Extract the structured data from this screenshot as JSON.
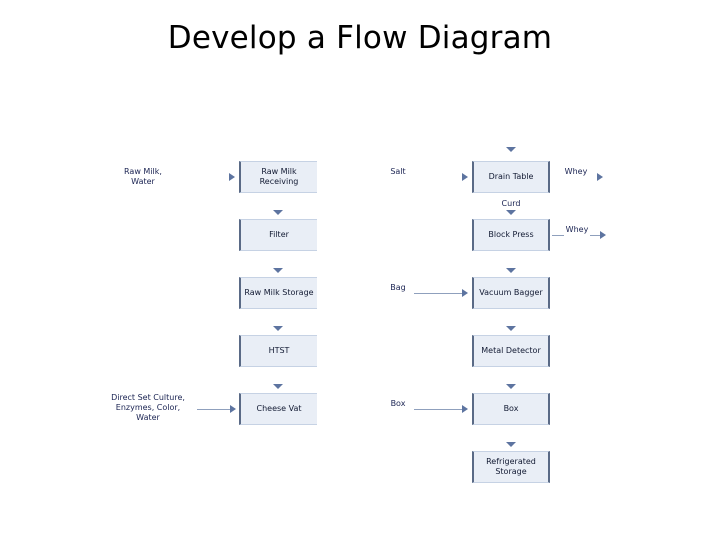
{
  "slide": {
    "title": "Develop a Flow Diagram",
    "background_color": "#ffffff",
    "box_fill_color": "#e9eef6",
    "box_border_color": "#5a6a86",
    "connector_color": "#5d74a0",
    "text_color": "#1a2352"
  },
  "left_column": {
    "boxes": [
      {
        "label": "Raw Milk\nReceiving"
      },
      {
        "label": "Filter"
      },
      {
        "label": "Raw Milk Storage"
      },
      {
        "label": "HTST"
      },
      {
        "label": "Cheese Vat"
      }
    ],
    "inputs": [
      {
        "label": "Raw Milk,\nWater",
        "target": "Raw Milk Receiving"
      },
      {
        "label": "Direct Set Culture,\nEnzymes, Color,\nWater",
        "target": "Cheese Vat"
      }
    ]
  },
  "right_column": {
    "boxes": [
      {
        "label": "Drain Table"
      },
      {
        "label": "Block Press"
      },
      {
        "label": "Vacuum Bagger"
      },
      {
        "label": "Metal Detector"
      },
      {
        "label": "Box"
      },
      {
        "label": "Refrigerated\nStorage"
      }
    ],
    "inputs": [
      {
        "label": "Salt",
        "target": "Drain Table"
      },
      {
        "label": "Bag",
        "target": "Vacuum Bagger"
      },
      {
        "label": "Box",
        "target": "Box"
      }
    ],
    "outputs": [
      {
        "label": "Whey",
        "source": "Drain Table"
      },
      {
        "label": "Whey",
        "source": "Block Press"
      }
    ],
    "intermediate_labels": [
      {
        "label": "Curd",
        "between": "Drain Table -> Block Press"
      }
    ]
  }
}
